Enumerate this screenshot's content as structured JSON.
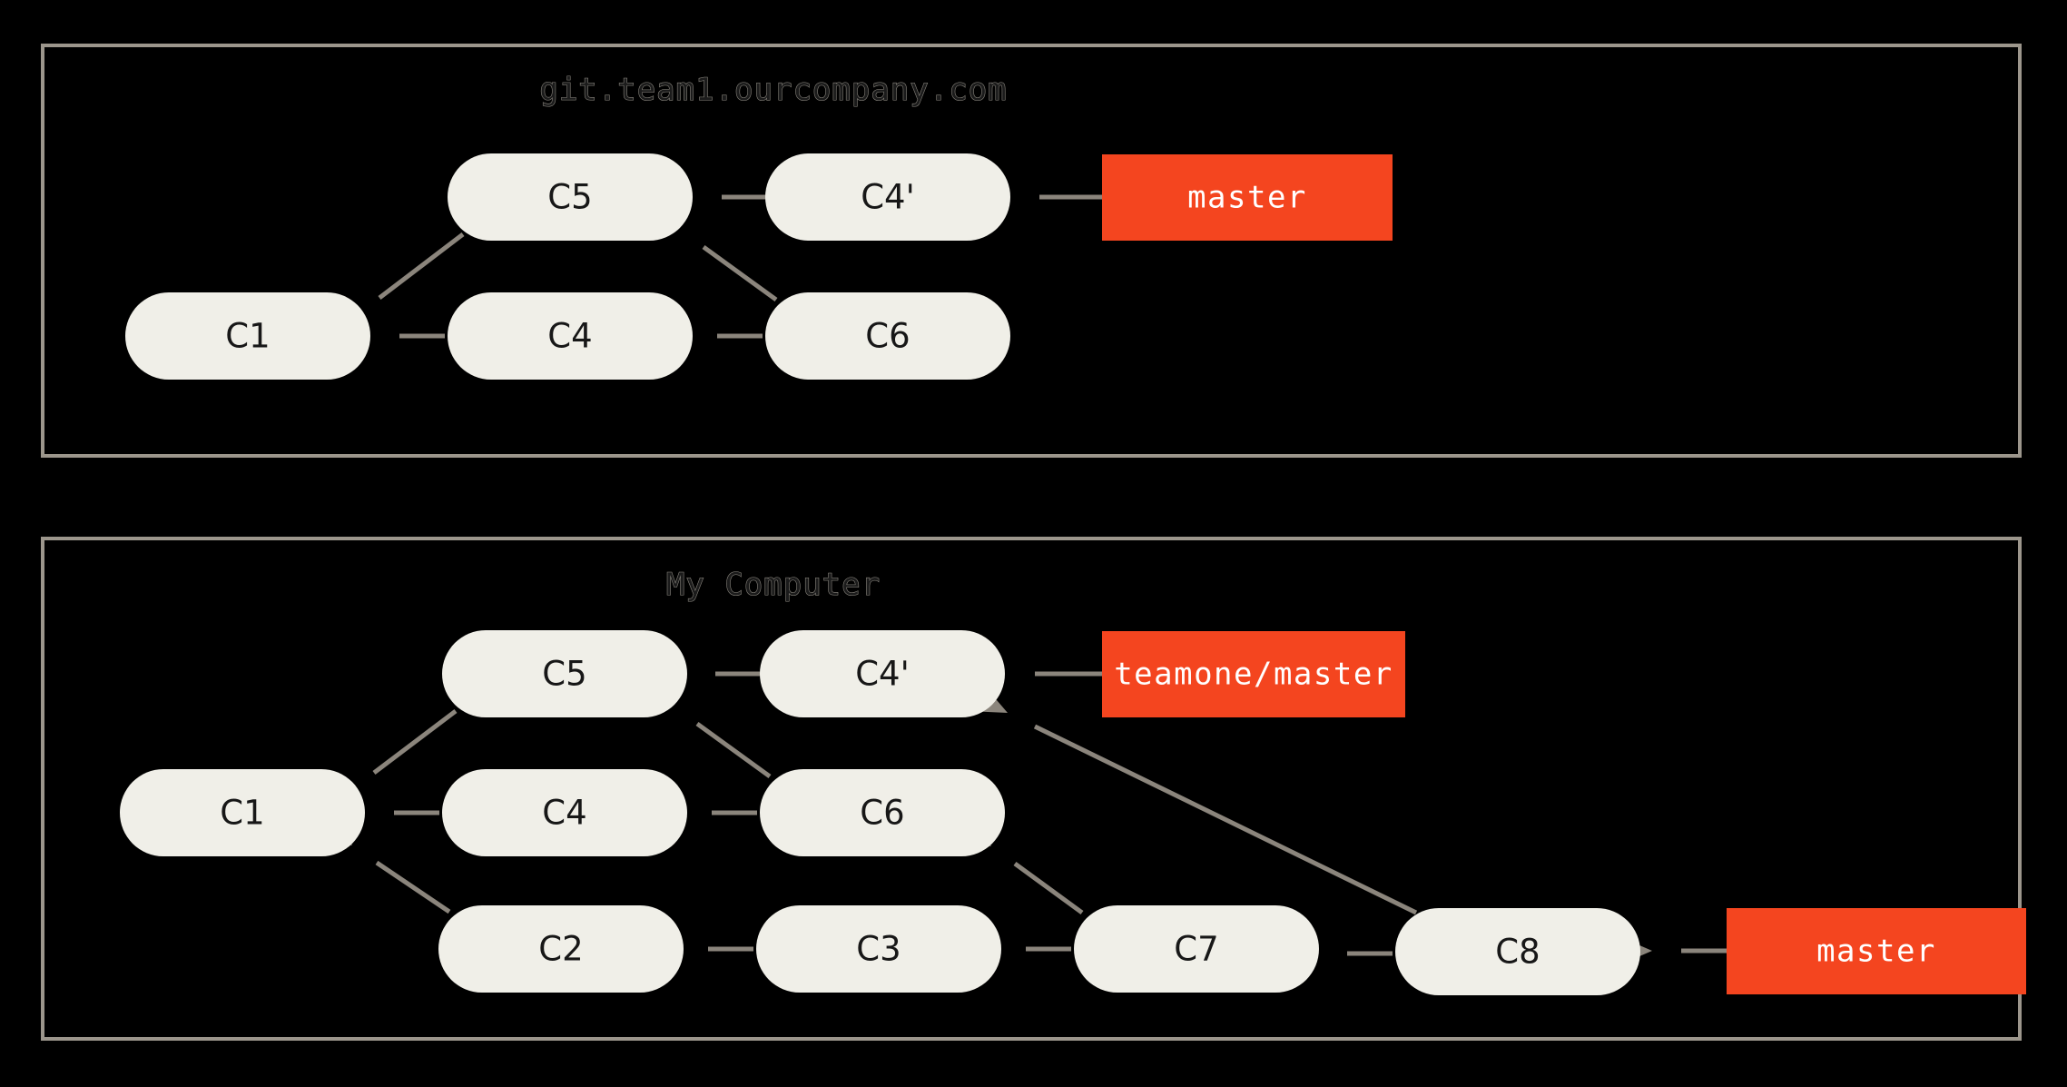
{
  "figure": {
    "background_color": "#000000",
    "frame_color": "#9c968c",
    "commit_fill": "#f0efe8",
    "commit_text_color": "#171717",
    "branch_fill": "#f4451f",
    "branch_text_color": "#ffffff",
    "edge_color": "#8b857c"
  },
  "panels": [
    {
      "id": "remote",
      "title": "git.team1.ourcompany.com",
      "commits": [
        {
          "id": "c5-top",
          "label": "C5",
          "row": "upper"
        },
        {
          "id": "c4p-top",
          "label": "C4'",
          "row": "upper"
        },
        {
          "id": "c1-top",
          "label": "C1",
          "row": "middle"
        },
        {
          "id": "c4-top",
          "label": "C4",
          "row": "middle"
        },
        {
          "id": "c6-top",
          "label": "C6",
          "row": "middle"
        }
      ],
      "branches": [
        {
          "id": "master-top",
          "label": "master",
          "points_to": "C4'"
        }
      ],
      "edges": [
        {
          "from": "C4'",
          "to": "C5"
        },
        {
          "from": "C5",
          "to": "C1"
        },
        {
          "from": "C4",
          "to": "C1"
        },
        {
          "from": "C6",
          "to": "C4"
        },
        {
          "from": "C6",
          "to": "C5"
        },
        {
          "from": "master",
          "to": "C4'"
        }
      ]
    },
    {
      "id": "local",
      "title": "My Computer",
      "commits": [
        {
          "id": "c5-bot",
          "label": "C5",
          "row": "upper"
        },
        {
          "id": "c4p-bot",
          "label": "C4'",
          "row": "upper"
        },
        {
          "id": "c1-bot",
          "label": "C1",
          "row": "middle"
        },
        {
          "id": "c4-bot",
          "label": "C4",
          "row": "middle"
        },
        {
          "id": "c6-bot",
          "label": "C6",
          "row": "middle"
        },
        {
          "id": "c2-bot",
          "label": "C2",
          "row": "lower"
        },
        {
          "id": "c3-bot",
          "label": "C3",
          "row": "lower"
        },
        {
          "id": "c7-bot",
          "label": "C7",
          "row": "lower"
        },
        {
          "id": "c8-bot",
          "label": "C8",
          "row": "lower"
        }
      ],
      "branches": [
        {
          "id": "teamone-master",
          "label": "teamone/master",
          "points_to": "C4'"
        },
        {
          "id": "master-bot",
          "label": "master",
          "points_to": "C8"
        }
      ],
      "edges": [
        {
          "from": "C4'",
          "to": "C5"
        },
        {
          "from": "C5",
          "to": "C1"
        },
        {
          "from": "C4",
          "to": "C1"
        },
        {
          "from": "C6",
          "to": "C4"
        },
        {
          "from": "C6",
          "to": "C5"
        },
        {
          "from": "C2",
          "to": "C1"
        },
        {
          "from": "C3",
          "to": "C2"
        },
        {
          "from": "C7",
          "to": "C3"
        },
        {
          "from": "C7",
          "to": "C6"
        },
        {
          "from": "C8",
          "to": "C7"
        },
        {
          "from": "C8",
          "to": "C4'"
        },
        {
          "from": "teamone/master",
          "to": "C4'"
        },
        {
          "from": "master",
          "to": "C8"
        }
      ]
    }
  ]
}
